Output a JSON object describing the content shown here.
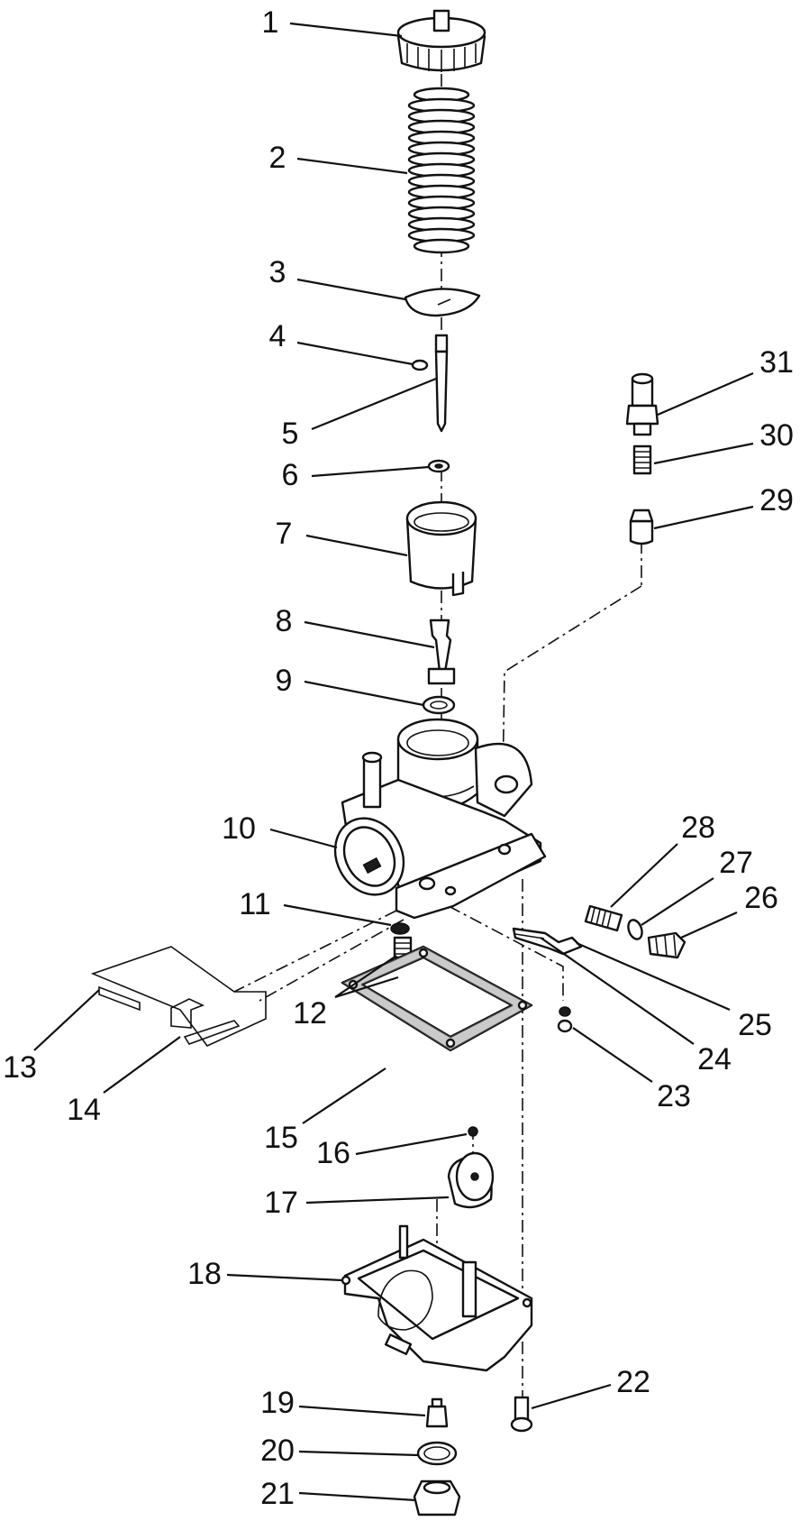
{
  "diagram": {
    "line_color": "#111111",
    "background": "#ffffff",
    "callouts": [
      {
        "id": 1,
        "label": "1"
      },
      {
        "id": 2,
        "label": "2"
      },
      {
        "id": 3,
        "label": "3"
      },
      {
        "id": 4,
        "label": "4"
      },
      {
        "id": 5,
        "label": "5"
      },
      {
        "id": 6,
        "label": "6"
      },
      {
        "id": 7,
        "label": "7"
      },
      {
        "id": 8,
        "label": "8"
      },
      {
        "id": 9,
        "label": "9"
      },
      {
        "id": 10,
        "label": "10"
      },
      {
        "id": 11,
        "label": "11"
      },
      {
        "id": 12,
        "label": "12"
      },
      {
        "id": 13,
        "label": "13"
      },
      {
        "id": 14,
        "label": "14"
      },
      {
        "id": 15,
        "label": "15"
      },
      {
        "id": 16,
        "label": "16"
      },
      {
        "id": 17,
        "label": "17"
      },
      {
        "id": 18,
        "label": "18"
      },
      {
        "id": 19,
        "label": "19"
      },
      {
        "id": 20,
        "label": "20"
      },
      {
        "id": 21,
        "label": "21"
      },
      {
        "id": 22,
        "label": "22"
      },
      {
        "id": 23,
        "label": "23"
      },
      {
        "id": 24,
        "label": "24"
      },
      {
        "id": 25,
        "label": "25"
      },
      {
        "id": 26,
        "label": "26"
      },
      {
        "id": 27,
        "label": "27"
      },
      {
        "id": 28,
        "label": "28"
      },
      {
        "id": 29,
        "label": "29"
      },
      {
        "id": 30,
        "label": "30"
      },
      {
        "id": 31,
        "label": "31"
      }
    ]
  }
}
